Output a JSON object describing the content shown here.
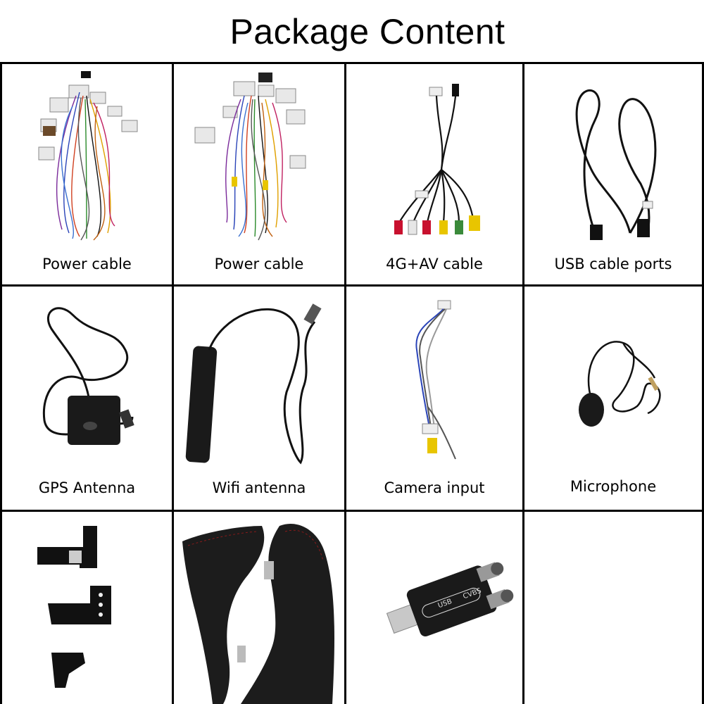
{
  "header": {
    "title": "Package Content"
  },
  "items": [
    {
      "label": "Power cable",
      "icon": "wire-harness-icon"
    },
    {
      "label": "Power cable",
      "icon": "wire-harness-icon"
    },
    {
      "label": "4G+AV cable",
      "icon": "av-cable-icon"
    },
    {
      "label": "USB cable ports",
      "icon": "usb-cable-icon"
    },
    {
      "label": "GPS Antenna",
      "icon": "gps-antenna-icon"
    },
    {
      "label": "Wifi antenna",
      "icon": "wifi-antenna-icon"
    },
    {
      "label": "Camera input",
      "icon": "camera-cable-icon"
    },
    {
      "label": "Microphone",
      "icon": "microphone-icon"
    },
    {
      "label": "",
      "icon": "mounting-brackets-icon"
    },
    {
      "label": "",
      "icon": "trim-panels-icon"
    },
    {
      "label": "",
      "icon": "usb-cvbs-dongle-icon"
    },
    {
      "label": "",
      "icon": "empty"
    }
  ],
  "dongle_text": {
    "left": "USB",
    "right": "CVBS"
  },
  "colors": {
    "grid": "#000000",
    "cable": "#111111",
    "rca_red": "#c8102e",
    "rca_yellow": "#e8c500",
    "rca_white": "#e6e6e6",
    "rca_green": "#3a8a3a"
  }
}
